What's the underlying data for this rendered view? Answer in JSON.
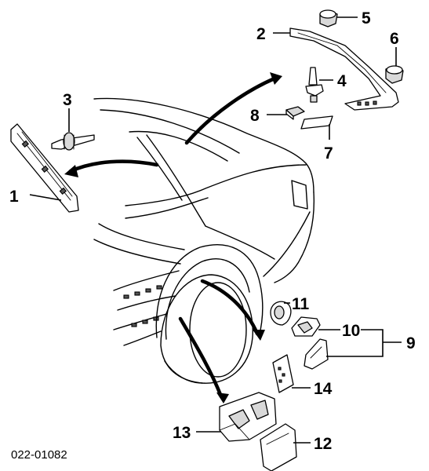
{
  "diagram": {
    "callouts": [
      "1",
      "2",
      "3",
      "4",
      "5",
      "6",
      "7",
      "8",
      "9",
      "10",
      "11",
      "12",
      "13",
      "14"
    ],
    "reference_code": "022-01082"
  }
}
